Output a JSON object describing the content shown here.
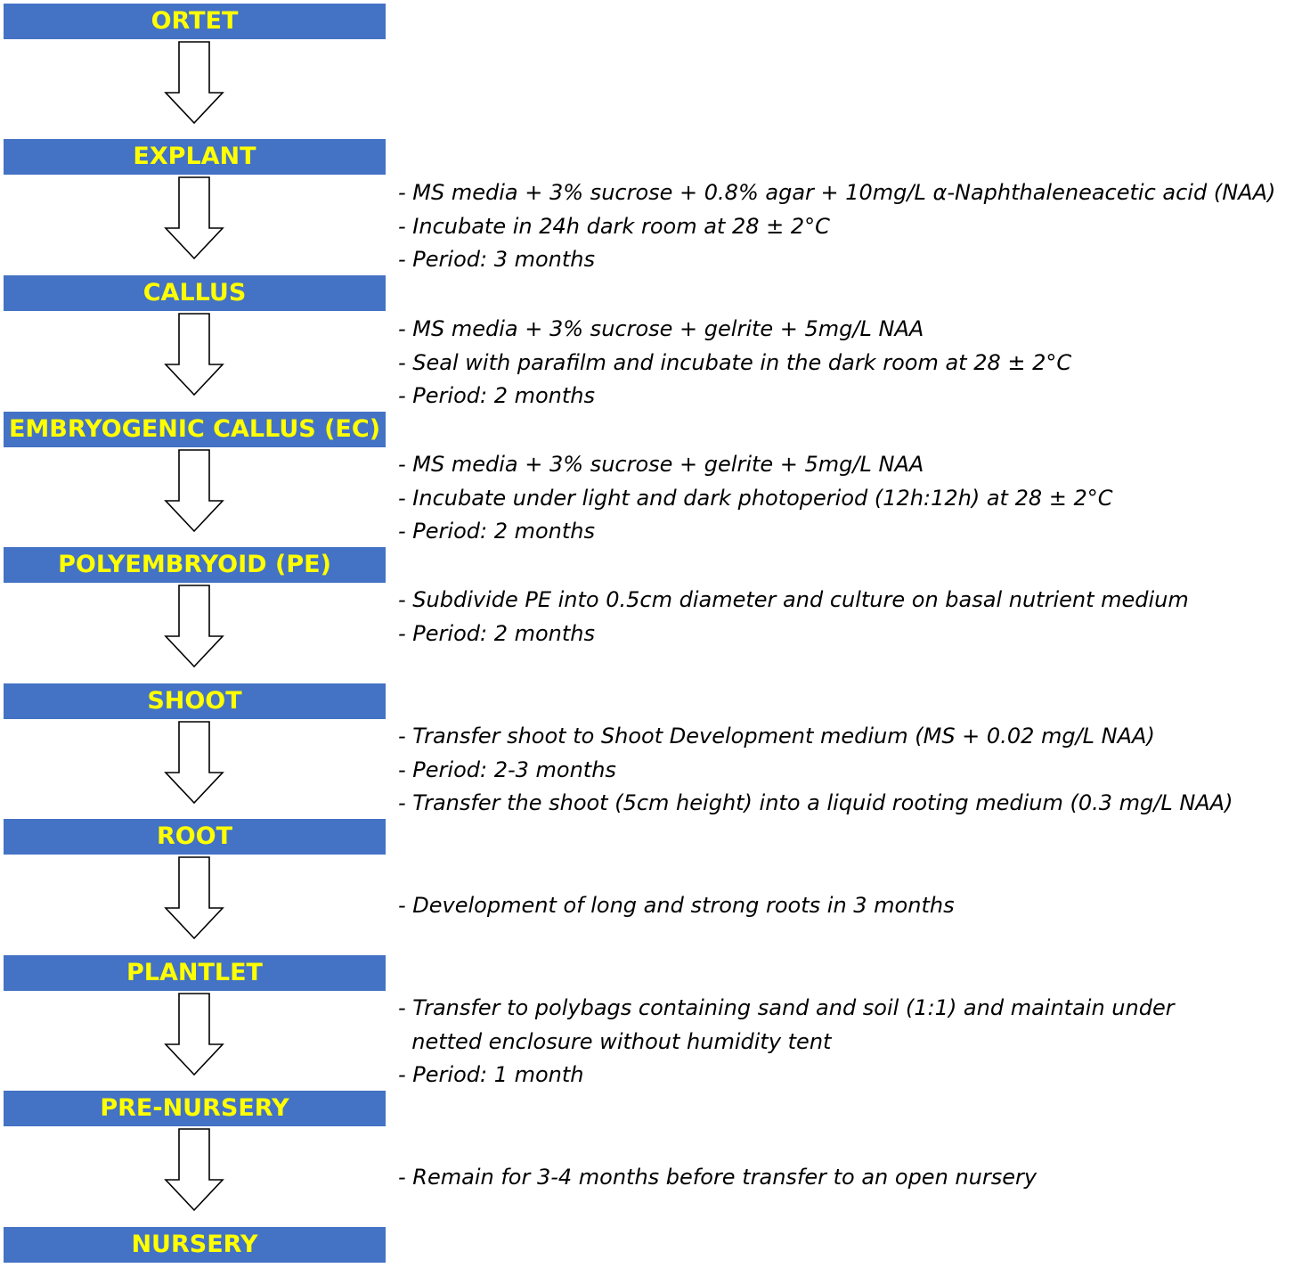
{
  "stages": [
    "ORTET",
    "EXPLANT",
    "CALLUS",
    "EMBRYOGENIC CALLUS (EC)",
    "POLYEMBRYOID (PE)",
    "SHOOT",
    "ROOT",
    "PLANTLET",
    "PRE-NURSERY",
    "NURSERY"
  ],
  "notes": {
    "explant_to_callus": [
      "- MS media + 3% sucrose + 0.8% agar + 10mg/L α-Naphthaleneacetic acid (NAA)",
      "- Incubate in 24h dark room at 28 ± 2°C",
      "- Period: 3 months"
    ],
    "callus_to_ec": [
      "- MS media + 3% sucrose + gelrite + 5mg/L NAA",
      "- Seal with parafilm and incubate in the dark room at 28 ± 2°C",
      "- Period: 2 months"
    ],
    "ec_to_pe": [
      "- MS media + 3% sucrose + gelrite + 5mg/L NAA",
      "- Incubate under light and dark photoperiod (12h:12h) at 28 ± 2°C",
      "- Period: 2 months"
    ],
    "pe_to_shoot": [
      "- Subdivide PE into 0.5cm diameter and culture on basal nutrient medium",
      "- Period: 2 months"
    ],
    "shoot_to_root": [
      "- Transfer shoot to Shoot Development medium (MS + 0.02 mg/L NAA)",
      "- Period: 2-3 months",
      "- Transfer the shoot (5cm height) into a liquid rooting medium (0.3 mg/L NAA)"
    ],
    "root_to_plantlet": [
      "- Development of long and strong roots in 3 months"
    ],
    "plantlet_to_prenursery": [
      "- Transfer to polybags containing sand and soil (1:1) and maintain under",
      "  netted enclosure without humidity tent",
      "- Period: 1 month"
    ],
    "prenursery_to_nursery": [
      "- Remain for 3-4 months before transfer to an open nursery"
    ]
  }
}
